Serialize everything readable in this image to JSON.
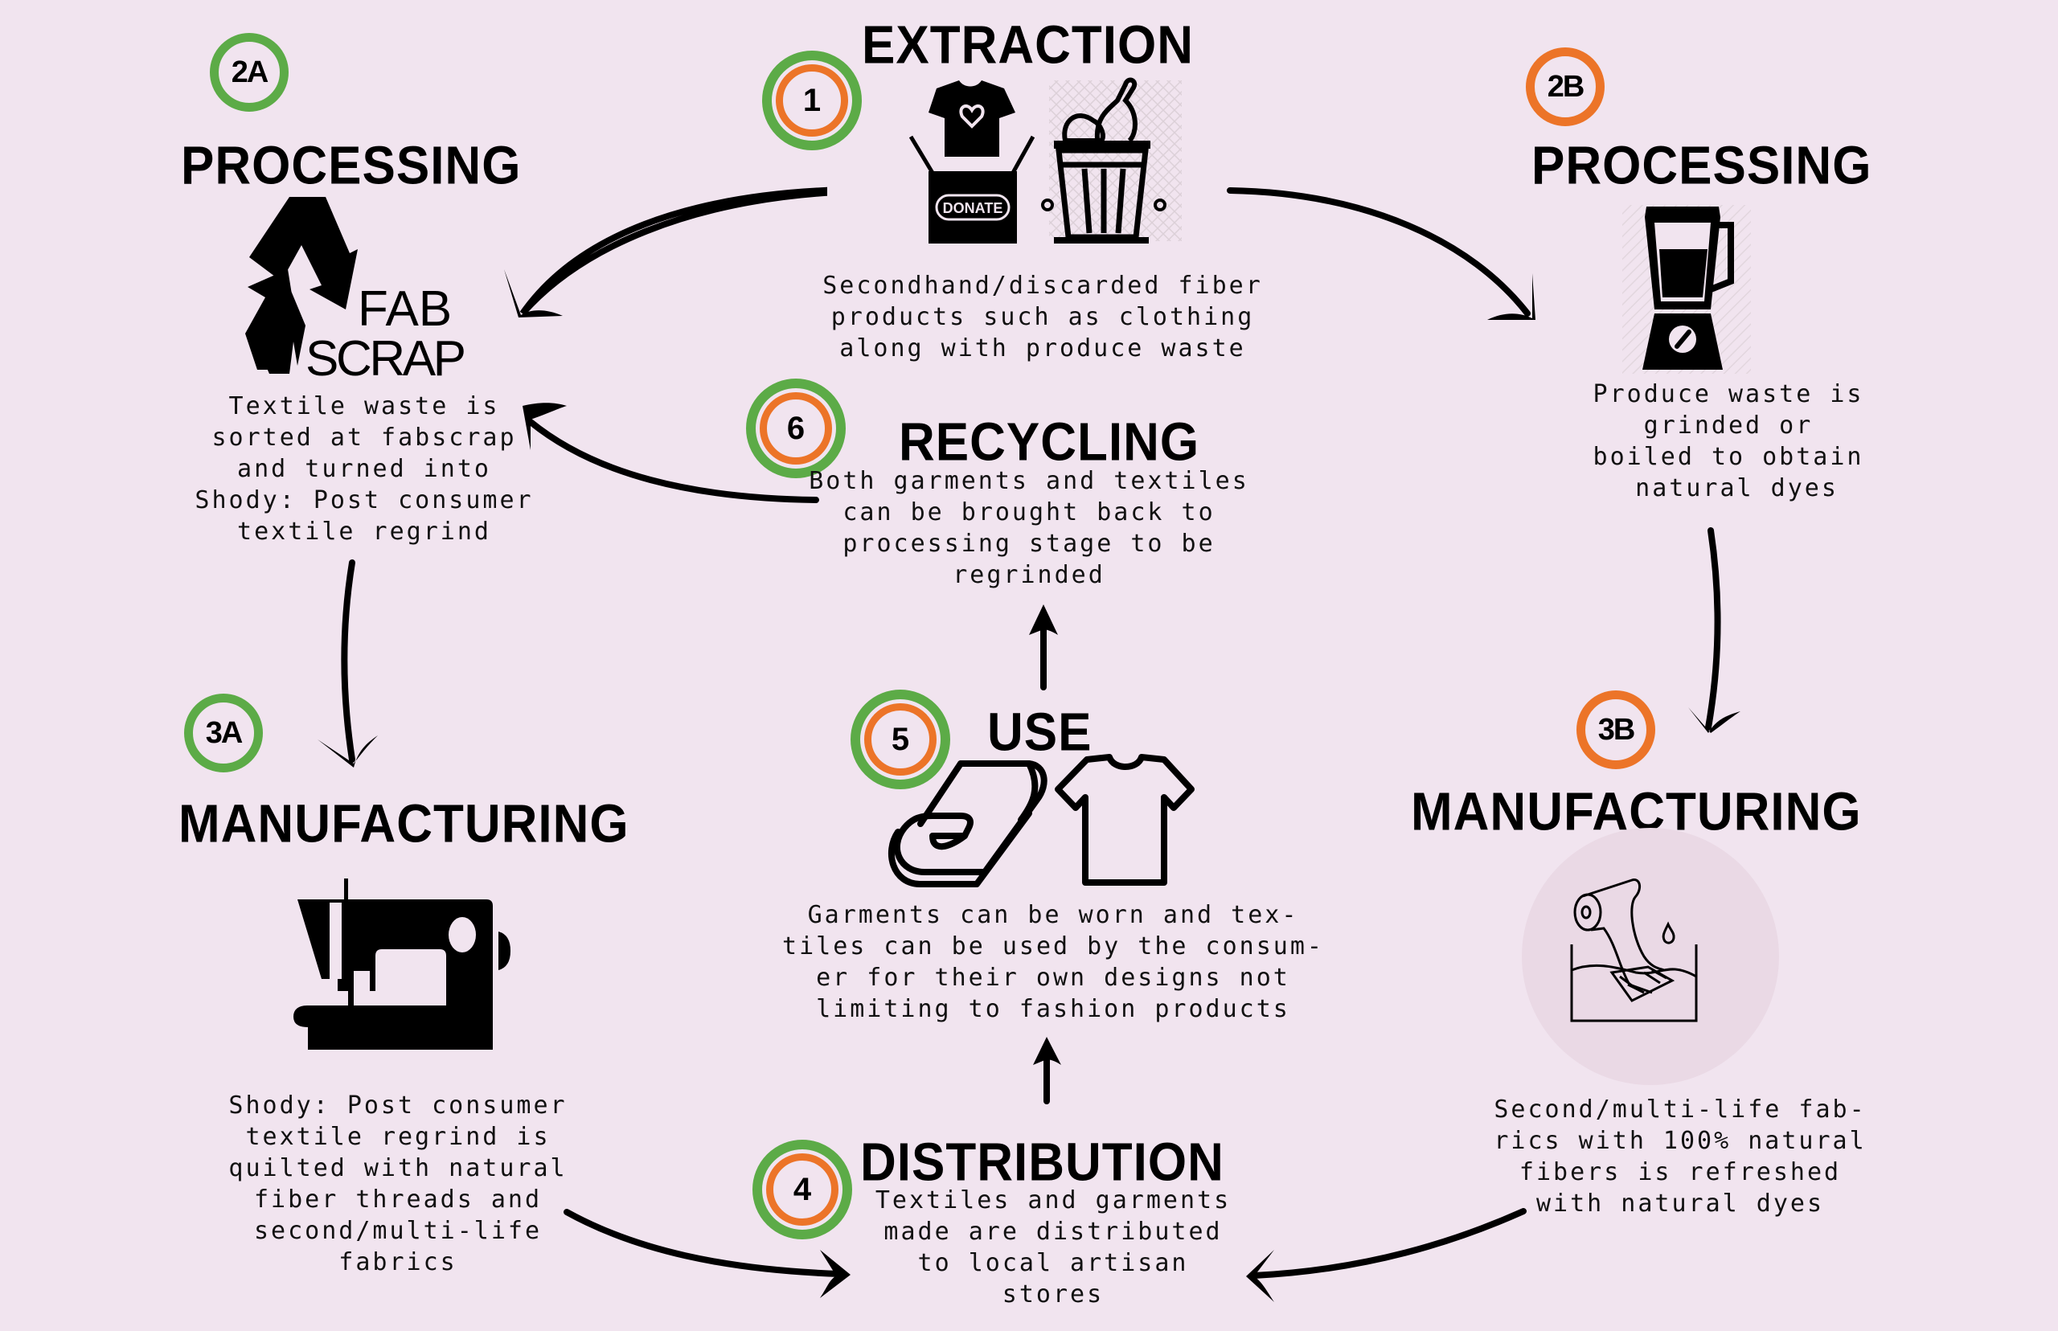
{
  "colors": {
    "background": "#f1e4ef",
    "badge_green": "#5cab47",
    "badge_orange": "#ec7428",
    "ink": "#000000"
  },
  "stages": {
    "extraction": {
      "badge": "1",
      "title": "EXTRACTION",
      "icon_label": "DONATE",
      "icons": [
        "donation-box-tshirt-icon",
        "food-waste-bin-icon"
      ],
      "description": "Secondhand/discarded fiber\nproducts such as clothing\nalong with produce waste"
    },
    "processing_a": {
      "badge": "2A",
      "title": "PROCESSING",
      "logo_line1": "FAB",
      "logo_line2": "SCRAP",
      "icons": [
        "fabscrap-recycle-logo"
      ],
      "description": "Textile waste is\nsorted at fabscrap\nand turned into\nShody: Post consumer\ntextile regrind"
    },
    "processing_b": {
      "badge": "2B",
      "title": "PROCESSING",
      "icons": [
        "blender-icon"
      ],
      "description": "Produce waste is\ngrinded or\nboiled to obtain\n natural dyes"
    },
    "manufacturing_a": {
      "badge": "3A",
      "title": "MANUFACTURING",
      "icons": [
        "sewing-machine-icon"
      ],
      "description": "Shody: Post consumer\ntextile regrind is\nquilted with natural\nfiber threads and\nsecond/multi-life\nfabrics"
    },
    "manufacturing_b": {
      "badge": "3B",
      "title": "MANUFACTURING",
      "icons": [
        "fabric-dyeing-icon"
      ],
      "description": "Second/multi-life fab-\nrics with 100% natural\nfibers is refreshed\nwith natural dyes"
    },
    "distribution": {
      "badge": "4",
      "title": "DISTRIBUTION",
      "description": "Textiles and garments\nmade are distributed\nto local artisan\nstores"
    },
    "use": {
      "badge": "5",
      "title": "USE",
      "icons": [
        "fabric-roll-icon",
        "tshirt-outline-icon"
      ],
      "description": "Garments can be worn and tex-\ntiles can be used by the consum-\ner for their own designs not\nlimiting to fashion products"
    },
    "recycling": {
      "badge": "6",
      "title": "RECYCLING",
      "description": "Both garments and textiles\ncan be brought back to\nprocessing stage to be\nregrinded"
    }
  },
  "flow": [
    {
      "from": "1",
      "to": "2A"
    },
    {
      "from": "1",
      "to": "2B"
    },
    {
      "from": "2A",
      "to": "3A"
    },
    {
      "from": "2B",
      "to": "3B"
    },
    {
      "from": "3A",
      "to": "4"
    },
    {
      "from": "3B",
      "to": "4"
    },
    {
      "from": "4",
      "to": "5"
    },
    {
      "from": "5",
      "to": "6"
    },
    {
      "from": "6",
      "to": "2A"
    }
  ]
}
